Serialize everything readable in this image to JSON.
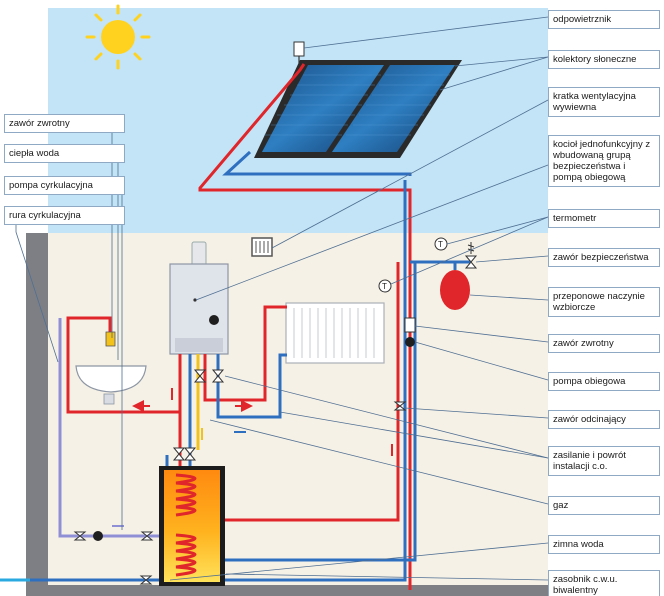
{
  "labels_right": {
    "odpowietrznik": "odpowietrznik",
    "kolektory": "kolektory słoneczne",
    "kratka": "kratka wentylacyjna wywiewna",
    "kociol": "kocioł jednofunkcyjny z wbudowaną grupą bezpieczeństwa i pompą obiegową",
    "termometr": "termometr",
    "zawor_bezp": "zawór bezpieczeństwa",
    "naczynie": "przeponowe naczynie wzbiorcze",
    "zawor_zwrotny": "zawór zwrotny",
    "pompa_obiegowa": "pompa obiegowa",
    "zawor_odcinajacy": "zawór odcinający",
    "zasilanie": "zasilanie i powrót instalacji c.o.",
    "gaz": "gaz",
    "zimna_woda": "zimna woda",
    "zasobnik": "zasobnik c.w.u. biwalentny"
  },
  "labels_left": {
    "zawor_zwrotny": "zawór zwrotny",
    "ciepla_woda": "ciepła woda",
    "pompa_cyrkulacyjna": "pompa cyrkulacyjna",
    "rura_cyrkulacyjna": "rura cyrkulacyjna"
  },
  "thermometer_symbol": "T",
  "colors": {
    "supply_pipe": "#e0262b",
    "return_pipe": "#2f6fc0",
    "gas_pipe": "#f2c21b",
    "circulation_pipe": "#8f8fd6",
    "sky": "#bfe3f7",
    "wall": "#f6f1e6"
  }
}
